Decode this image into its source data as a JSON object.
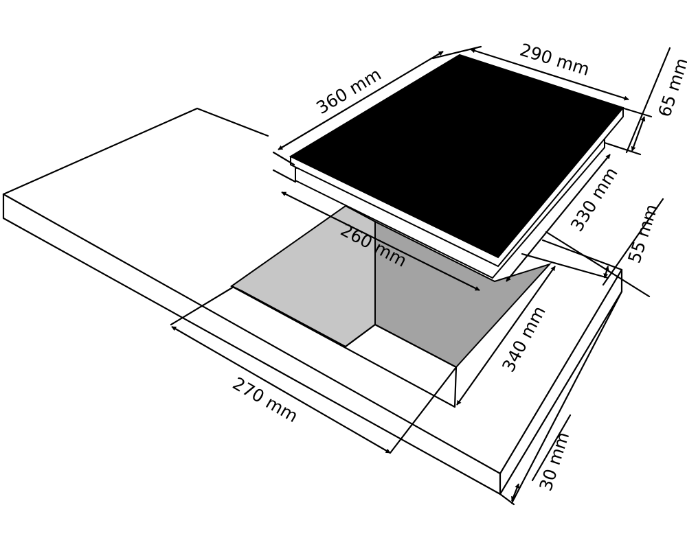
{
  "diagram": {
    "colors": {
      "cooktop_surface": "#000000",
      "cutout_left_wall": "#c6c6c6",
      "cutout_right_wall": "#a3a3a3",
      "outline": "#000000",
      "background": "#ffffff"
    },
    "dimensions": {
      "cooktop_depth": "360 mm",
      "cooktop_width": "290 mm",
      "cooktop_height": "65 mm",
      "cutout_depth_inner": "330 mm",
      "cutout_width_inner": "260 mm",
      "built_in_depth": "55 mm",
      "cutout_depth": "340 mm",
      "cutout_width": "270 mm",
      "countertop_thickness": "30 mm"
    }
  }
}
